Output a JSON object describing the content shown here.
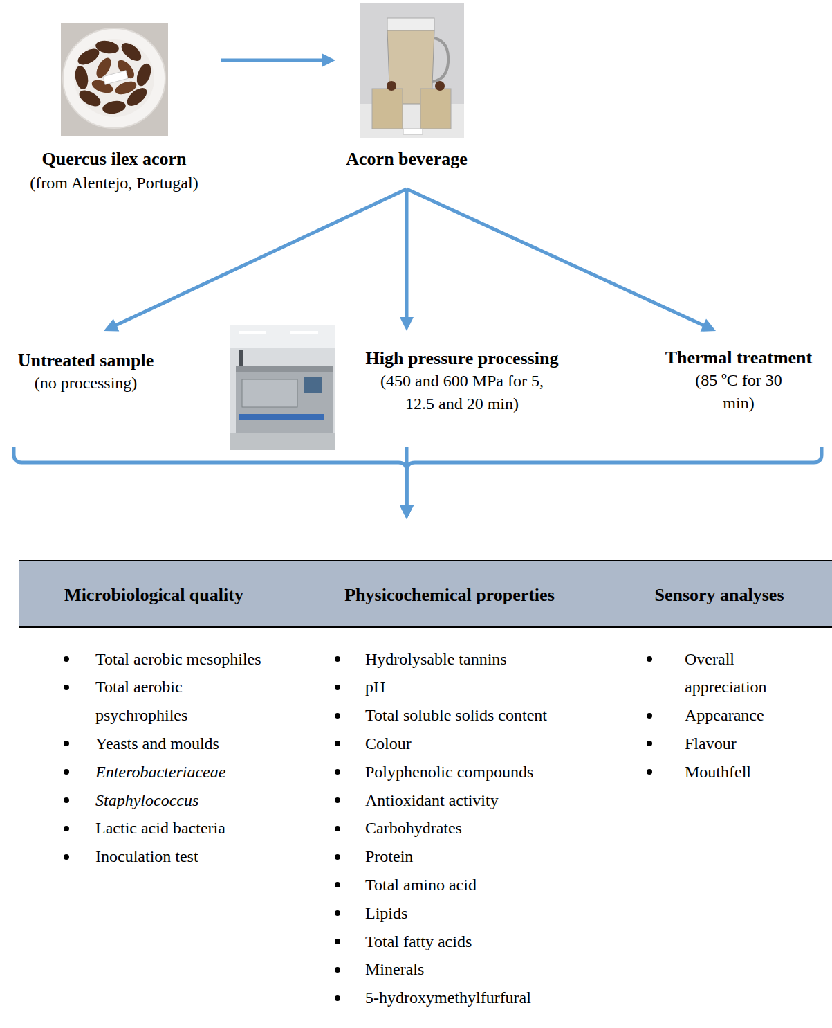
{
  "diagram": {
    "nodes": [
      {
        "text": [
          "Quercus ilex acorn",
          "(from Alentejo, Portugal)"
        ]
      },
      {
        "text": [
          "Acorn beverage"
        ]
      },
      {
        "text": [
          "Untreated sample",
          "(no processing)"
        ]
      },
      {
        "text": [
          "High pressure processing",
          "(450 and 600 MPa for 5, 12.5 and 20 min)"
        ]
      },
      {
        "text": [
          "Thermal treatment",
          "(85 ºC for 30 min)"
        ]
      },
      {
        "text": [
          "Microbiological quality",
          "Total aerobic mesophiles",
          "Total aerobic psychrophiles",
          "Yeasts and moulds",
          "Enterobacteriaceae",
          "Staphylococcus",
          "Lactic acid bacteria",
          "Inoculation test"
        ]
      },
      {
        "text": [
          "Physicochemical properties",
          "Hydrolysable tannins",
          "pH",
          "Total soluble solids content",
          "Colour",
          "Polyphenolic compounds",
          "Antioxidant activity",
          "Carbohydrates",
          "Protein",
          "Total amino acid",
          "Lipids",
          "Total fatty acids",
          "Minerals",
          "5-hydroxymethylfurfural"
        ]
      },
      {
        "text": [
          "Sensory analyses",
          "Overall appreciation",
          "Appearance",
          "Flavour",
          "Mouthfell"
        ]
      }
    ],
    "edges": [
      {
        "from": 0,
        "to": 1,
        "arrow": "to"
      },
      {
        "from": 1,
        "to": 2,
        "arrow": "to"
      },
      {
        "from": 1,
        "to": 3,
        "arrow": "to"
      },
      {
        "from": 1,
        "to": 4,
        "arrow": "to"
      },
      {
        "from": 2,
        "to": 6,
        "arrow": "to"
      },
      {
        "from": 3,
        "to": 6,
        "arrow": "to"
      },
      {
        "from": 4,
        "to": 6,
        "arrow": "to"
      }
    ]
  }
}
